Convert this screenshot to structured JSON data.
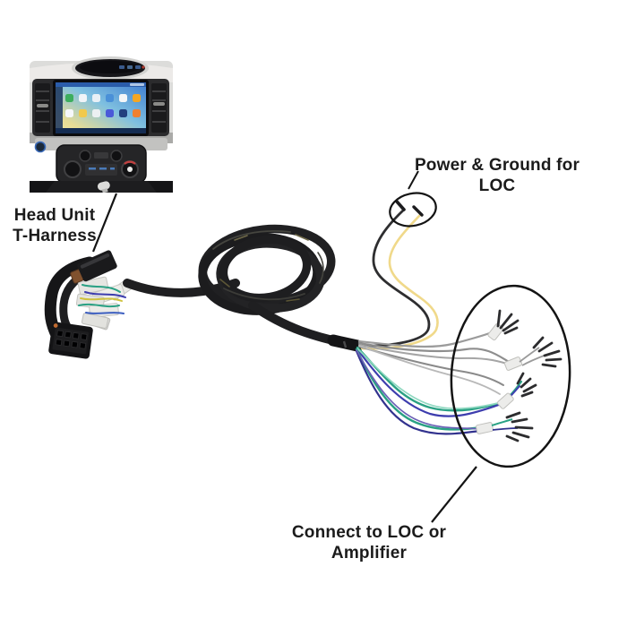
{
  "page": {
    "background": "#ffffff"
  },
  "labels": {
    "head_unit": {
      "line1": "Head Unit",
      "line2": "T-Harness"
    },
    "power_ground": {
      "line1": "Power & Ground for",
      "line2": "LOC"
    },
    "connect": {
      "line1": "Connect to LOC or",
      "line2": "Amplifier"
    }
  },
  "colors": {
    "annotation_ink": "#141414",
    "cable_black": "#1f1f21",
    "wire_yellow": "#f0d98a",
    "wire_gray": "#999999",
    "wire_teal": "#2aa184",
    "wire_blue": "#3d3dae",
    "wire_purple": "#6a5fb5",
    "crimp_white": "#ececea",
    "screen_blue": "#3f7dd0",
    "screen_yellow": "#ead98f"
  }
}
